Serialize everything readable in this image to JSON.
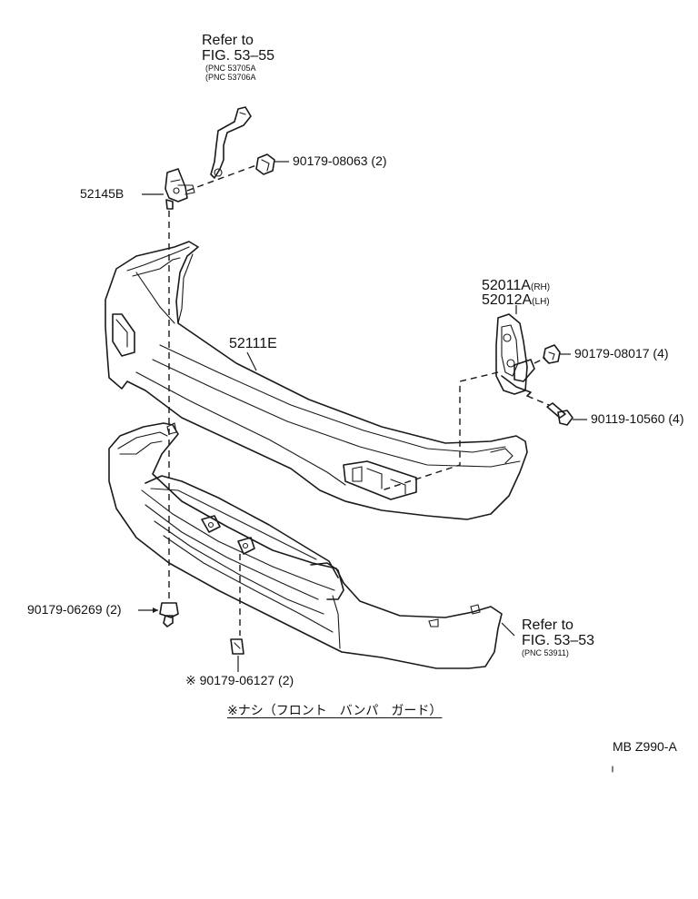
{
  "labels": {
    "ref_fig_55": {
      "line1": "Refer to",
      "line2": "FIG. 53–55",
      "line3": "(PNC 53705A",
      "line4": "(PNC 53706A"
    },
    "part_52145b": "52145B",
    "part_90179_08063": "90179-08063 (2)",
    "part_52011a": "52011A",
    "part_52011a_side": "(RH)",
    "part_52012a": "52012A",
    "part_52012a_side": "(LH)",
    "part_52111e": "52111E",
    "part_90179_08017": "90179-08017 (4)",
    "part_90119_10560": "90119-10560 (4)",
    "part_90179_06269": "90179-06269 (2)",
    "ref_fig_53": {
      "line1": "Refer to",
      "line2": "FIG. 53–53",
      "line3": "(PNC 53911)"
    },
    "part_90179_06127": "※ 90179-06127 (2)",
    "footnote": "※ナシ（フロント　バンパ　ガード）",
    "drawing_code": "MB Z990-A"
  }
}
